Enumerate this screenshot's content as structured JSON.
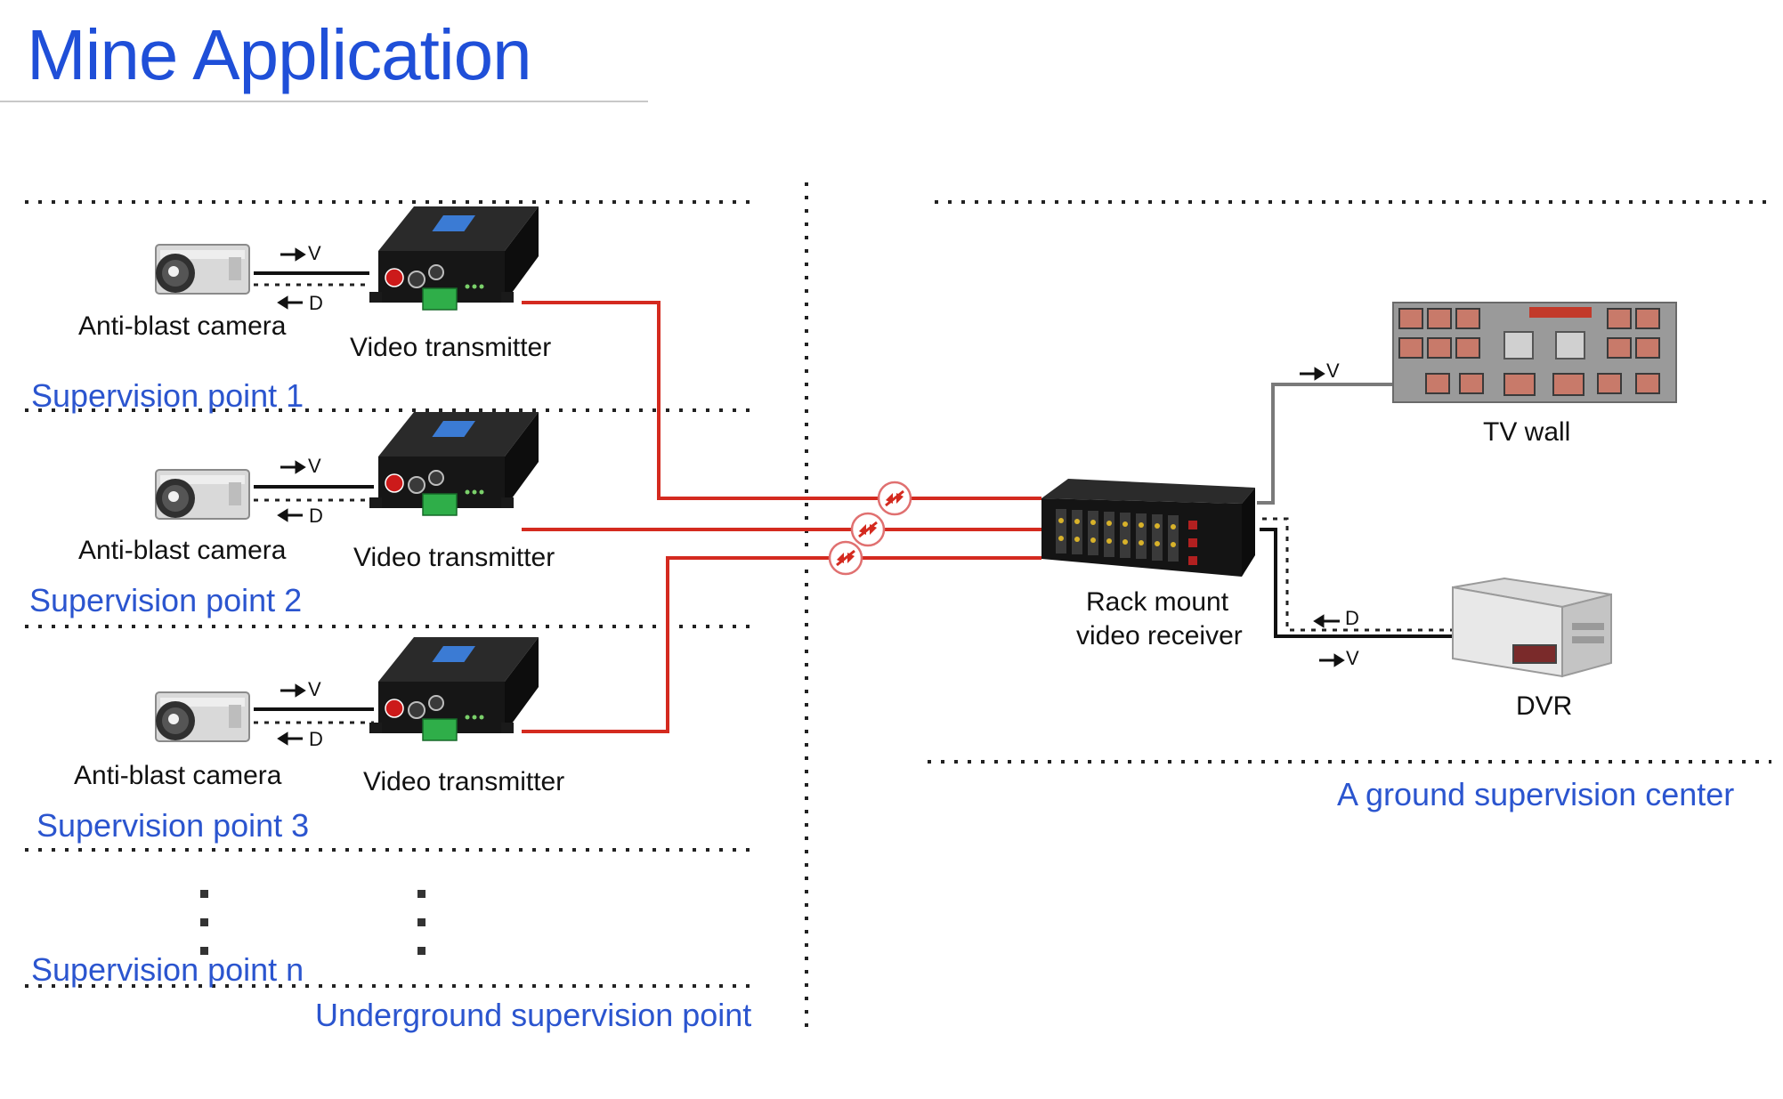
{
  "title": "Mine Application",
  "underground": {
    "points": [
      {
        "camera": "Anti-blast camera",
        "transmitter": "Video transmitter",
        "label": "Supervision point 1",
        "video": "V",
        "data": "D"
      },
      {
        "camera": "Anti-blast camera",
        "transmitter": "Video transmitter",
        "label": "Supervision point 2",
        "video": "V",
        "data": "D"
      },
      {
        "camera": "Anti-blast camera",
        "transmitter": "Video transmitter",
        "label": "Supervision point  3",
        "video": "V",
        "data": "D"
      }
    ],
    "point_n": "Supervision point  n",
    "caption": "Underground supervision point"
  },
  "ground": {
    "tv_wall": "TV wall",
    "receiver_line1": "Rack mount",
    "receiver_line2": "video receiver",
    "dvr": "DVR",
    "video": "V",
    "data": "D",
    "caption": "A ground supervision center"
  },
  "colors": {
    "title": "#1f4fd8",
    "blue_label": "#2b55cf",
    "fiber": "#d42a1f",
    "cable_gray": "#7a7a7a",
    "device_black": "#1a1a1a"
  },
  "icons": [
    "camera-icon",
    "transmitter-icon",
    "fiber-connector-icon",
    "rack-receiver-icon",
    "tv-wall-icon",
    "dvr-icon"
  ]
}
